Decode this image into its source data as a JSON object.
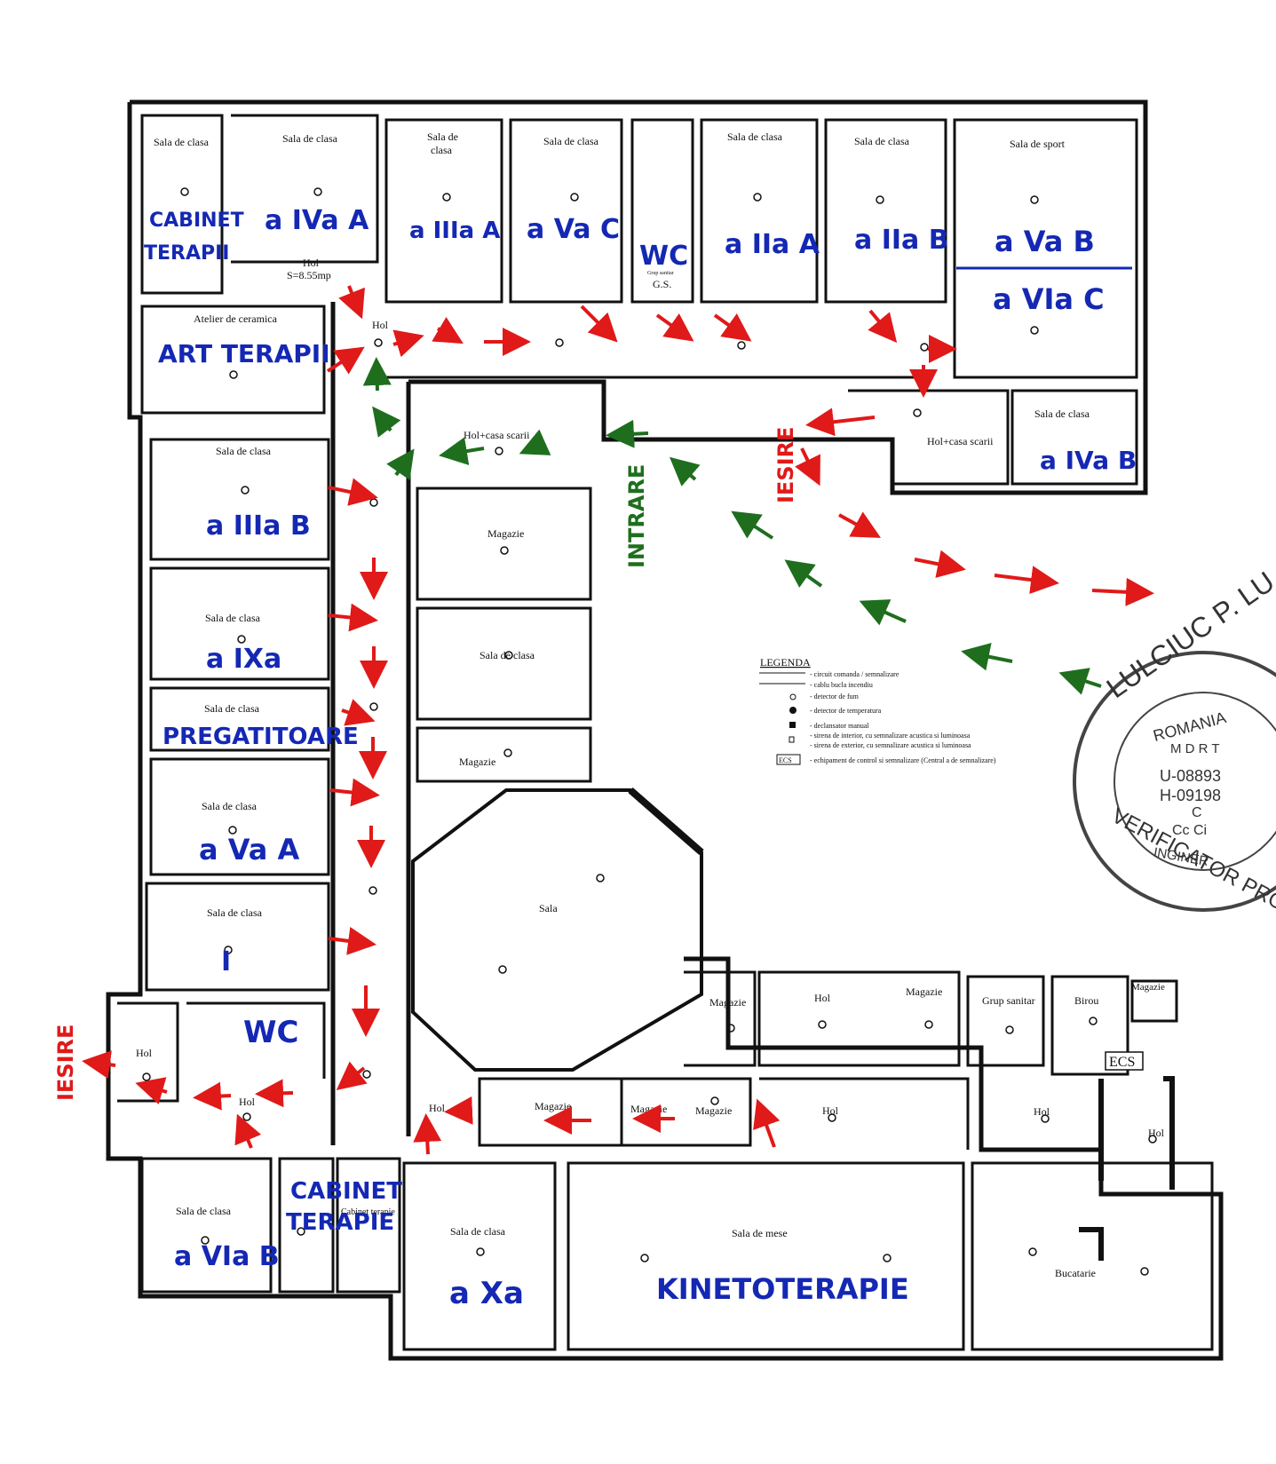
{
  "rooms": {
    "r1": "Sala de clasa",
    "r2": "Sala de clasa",
    "r3a": "Sala de",
    "r3b": "clasa",
    "r4": "Sala de clasa",
    "r5": "Sala de clasa",
    "r6": "Sala de clasa",
    "sport": "Sala de sport",
    "hol_top": "Hol",
    "hol_top_area": "S=8.55mp",
    "grup_sanitar_small": "Grup sanitar",
    "gs": "G.S.",
    "atelier": "Atelier de ceramica",
    "hol_corner": "Hol",
    "hol_casa_scarii_1": "Hol+casa scarii",
    "hol_casa_scarii_2": "Hol+casa scarii",
    "sala_right": "Sala de clasa",
    "left1": "Sala de clasa",
    "left2": "Sala de clasa",
    "left3": "Sala de clasa",
    "left4": "Sala de clasa",
    "left5": "Sala de clasa",
    "magazie1": "Magazie",
    "sala_mid": "Sala de clasa",
    "magazie2": "Magazie",
    "sala_oct": "Sala",
    "hol_left": "Hol",
    "hol_bottom_left": "Hol",
    "hol_bottom_mid": "Hol",
    "magazie3": "Magazie",
    "magazie4": "Magazie",
    "magazie5": "Magazie",
    "magazie6": "Magazie",
    "hol_b1": "Hol",
    "magazie7": "Magazie",
    "grup_sanitar": "Grup sanitar",
    "birou": "Birou",
    "magazie8": "Magazie",
    "ecs": "ECS",
    "hol_b2": "Hol",
    "hol_b3": "Hol",
    "hol_b4": "Hol",
    "sala_bl": "Sala de clasa",
    "cabinet_terapie": "Cabinet terapie",
    "sala_bm": "Sala de clasa",
    "sala_mese": "Sala de mese",
    "bucatarie": "Bucatarie"
  },
  "handwritten": {
    "cabinet1": "CABINET",
    "cabinet2": "TERAPII",
    "c_iva_a": "a IVa A",
    "c_iiia_a": "a IIIa A",
    "c_va_c": "a Va C",
    "wc_top": "WC",
    "c_iia_a": "a IIa A",
    "c_iia_b": "a IIa B",
    "c_va_b": "a Va B",
    "c_via_c": "a VIa C",
    "art_terapii": "ART TERAPII",
    "c_iva_b": "a IVa B",
    "c_iiia_b": "a IIIa B",
    "c_ixa": "a IXa",
    "pregatitoare": "PREGATITOARE",
    "c_va_a": "a Va A",
    "c_i": "I",
    "wc_bottom": "WC",
    "cabinet3": "CABINET",
    "cabinet4": "TERAPIE",
    "c_via_b": "a VIa B",
    "c_xa": "a Xa",
    "kineto": "KINETOTERAPIE",
    "intrare": "INTRARE",
    "iesire_right": "IESIRE",
    "iesire_left": "IESIRE"
  },
  "legend": {
    "title": "LEGENDA",
    "items": [
      "- circuit comanda / semnalizare",
      "- cablu bucla incendiu",
      "- detector de fum",
      "- detector de temperatura",
      "- declansator manual",
      "- sirena de interior, cu semnalizare acustica si luminoasa",
      "- sirena de exterior, cu semnalizare acustica si luminoasa",
      "- echipament de control  si semnalizare (Central a de semnalizare)"
    ],
    "ecs_symbol": "ECS"
  },
  "stamp": {
    "top": "LULCIUC P. LU",
    "country": "ROMANIA",
    "org": "M D R T",
    "code1": "U-08893",
    "code2": "H-09198",
    "class1": "C",
    "class2": "Cc Ci",
    "role": "INGINER",
    "bottom": "VERIFICATOR PROIEC"
  },
  "colors": {
    "wall": "#111111",
    "exit_arrow": "#e01919",
    "entry_arrow": "#1e6e1e",
    "handwriting": "#1428b4"
  }
}
